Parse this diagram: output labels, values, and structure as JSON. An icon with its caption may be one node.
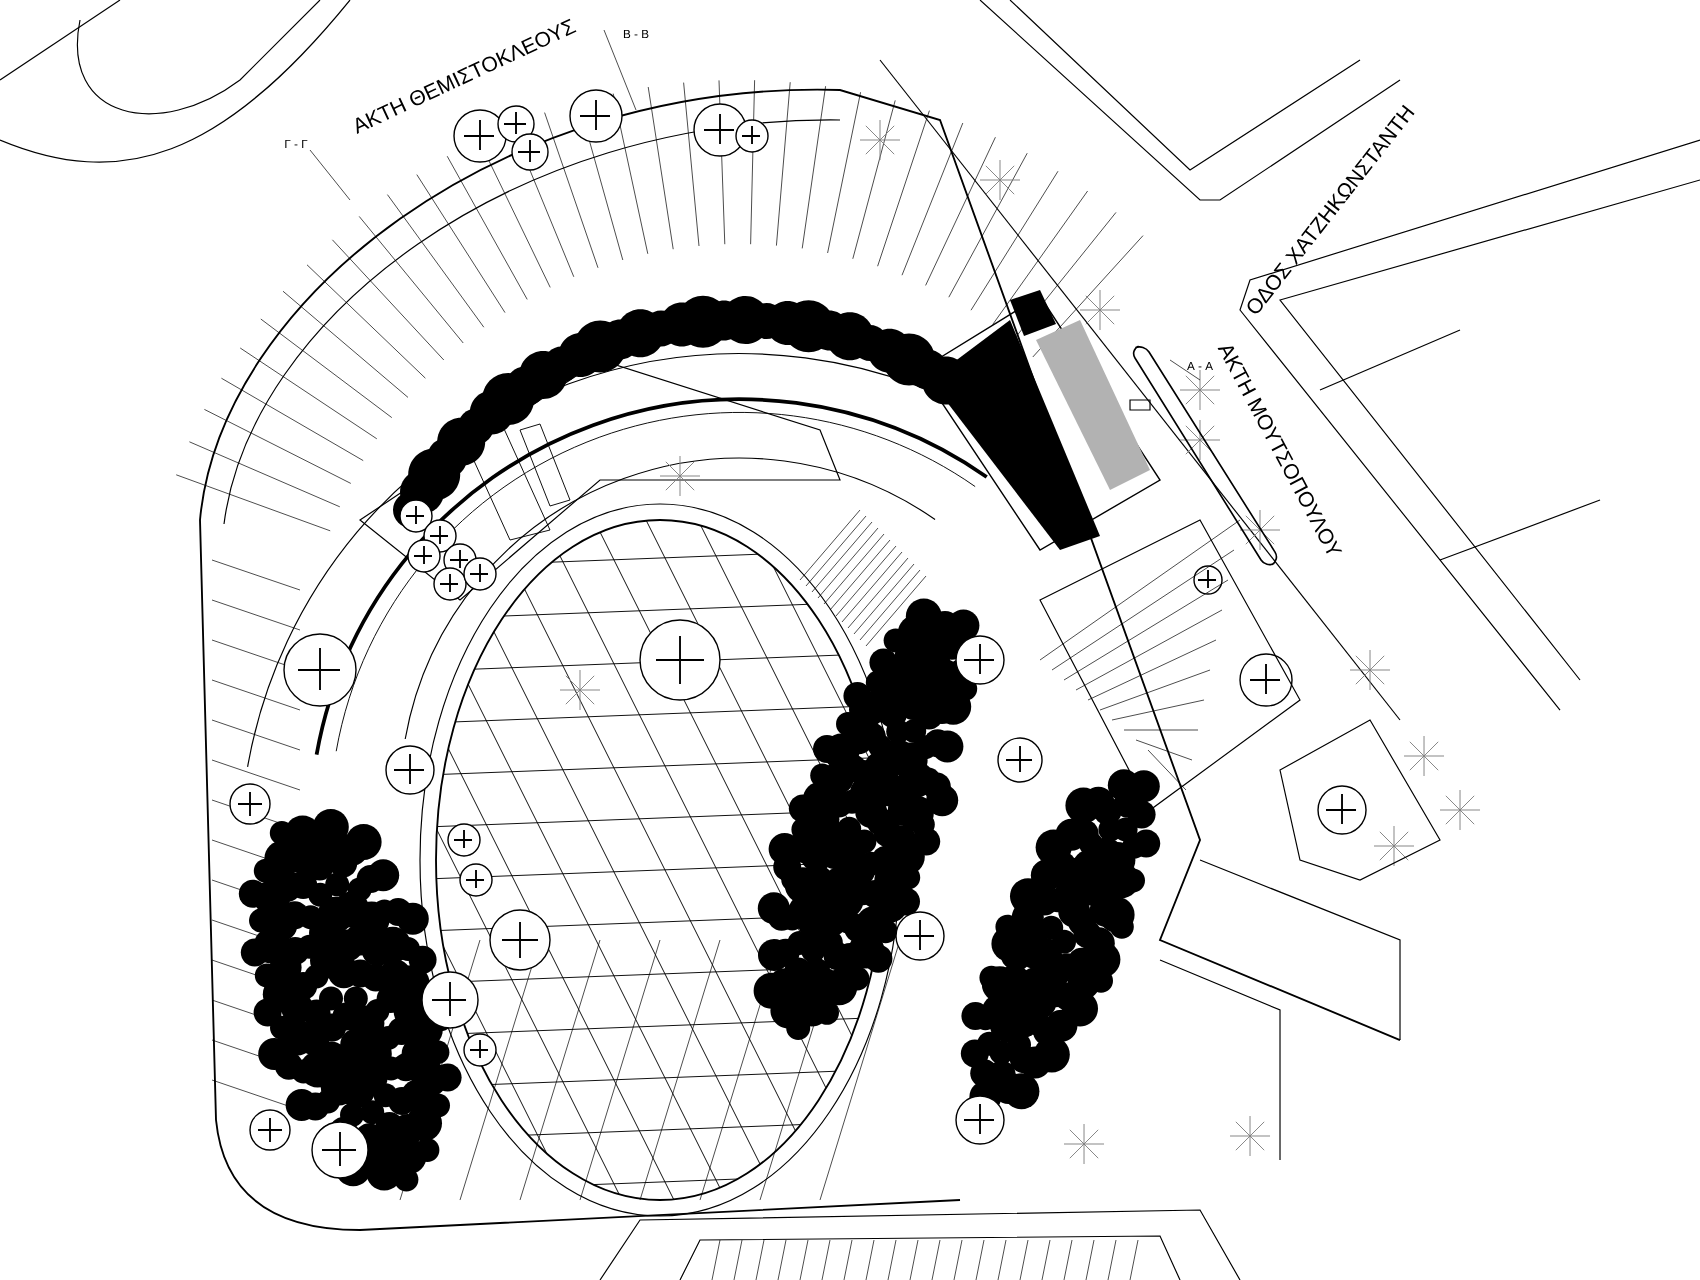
{
  "diagram": {
    "labels": [
      "Β - Β",
      "ΑΚΤΗ ΘΕΜΙΣΤΟΚΛΕΟΥΣ",
      "Γ - Γ",
      "ΟΔΟΣ ΧΑΤΖΗΚΩΝΣΤΑΝΤΗ",
      "Α - Α",
      "ΑΚΤΗ ΜΟΥΤΣΟΠΟΥΛΟΥ"
    ]
  }
}
